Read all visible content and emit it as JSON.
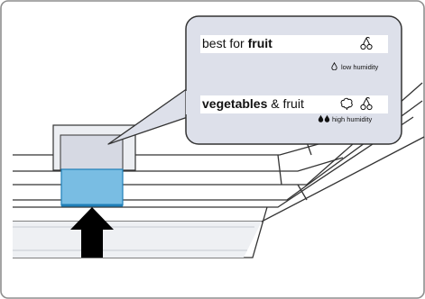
{
  "callout": {
    "row1": {
      "label_pre": "best for ",
      "label_bold": "fruit",
      "icons": [
        "cherries-icon"
      ],
      "humidity_icon": "single-drop-icon",
      "humidity": "low humidity"
    },
    "row2": {
      "label_bold": "vegetables",
      "label_post": " & fruit",
      "icons": [
        "vegetable-icon",
        "cherries-icon"
      ],
      "humidity_icon": "double-drop-icon",
      "humidity": "high humidity"
    }
  },
  "colors": {
    "callout_fill": "#dde0ea",
    "slider_fill": "#79bde3",
    "slider_edge": "#1f7fb8",
    "arrow": "#000000",
    "frame": "#8e8e8e"
  },
  "arrow_direction": "up"
}
